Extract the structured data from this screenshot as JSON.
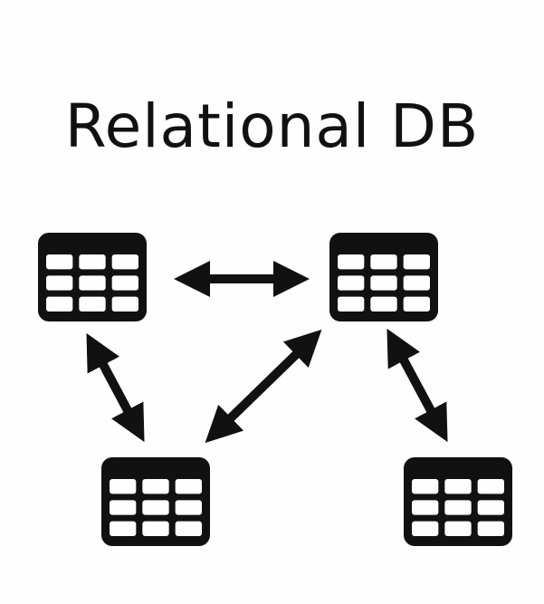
{
  "title": "Relational DB",
  "colors": {
    "background": "#fefefe",
    "ink": "#111111"
  },
  "tables": [
    {
      "id": "table-top-left",
      "icon": "table-grid-icon",
      "rows": 3,
      "cols": 3
    },
    {
      "id": "table-top-right",
      "icon": "table-grid-icon",
      "rows": 3,
      "cols": 3
    },
    {
      "id": "table-bottom-middle",
      "icon": "table-grid-icon",
      "rows": 3,
      "cols": 3
    },
    {
      "id": "table-bottom-right",
      "icon": "table-grid-icon",
      "rows": 3,
      "cols": 3
    }
  ],
  "relations": [
    {
      "id": "relation-top-left-top-right",
      "from": "table-top-left",
      "to": "table-top-right",
      "icon": "double-arrow-icon"
    },
    {
      "id": "relation-top-left-bottom-middle",
      "from": "table-top-left",
      "to": "table-bottom-middle",
      "icon": "double-arrow-icon"
    },
    {
      "id": "relation-top-right-bottom-middle",
      "from": "table-top-right",
      "to": "table-bottom-middle",
      "icon": "double-arrow-icon"
    },
    {
      "id": "relation-top-right-bottom-right",
      "from": "table-top-right",
      "to": "table-bottom-right",
      "icon": "double-arrow-icon"
    }
  ]
}
